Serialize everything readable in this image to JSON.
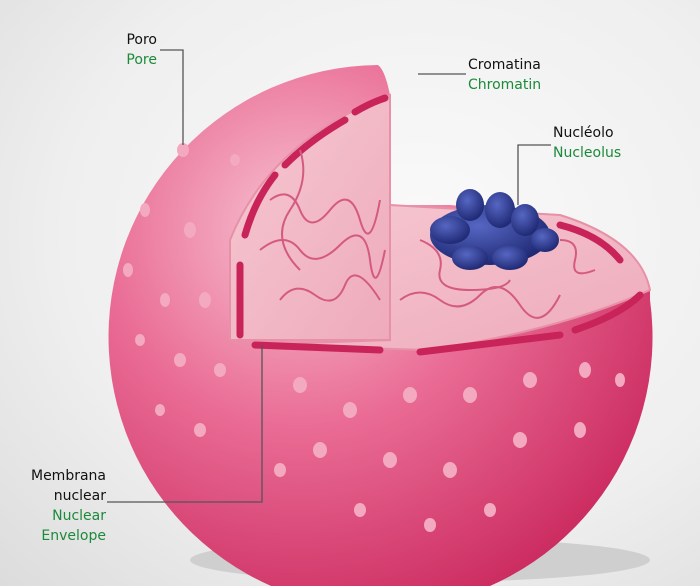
{
  "labels": {
    "pore": {
      "es": "Poro",
      "en": "Pore"
    },
    "chromatin": {
      "es": "Cromatina",
      "en": "Chromatin"
    },
    "nucleolus": {
      "es": "Nucléolo",
      "en": "Nucleolus"
    },
    "envelope": {
      "es_line1": "Membrana",
      "es_line2": "nuclear",
      "en_line1": "Nuclear",
      "en_line2": "Envelope"
    }
  },
  "colors": {
    "nucleus": "#e0457a",
    "interior": "#f2b7c4",
    "nucleolus": "#2b3a8c",
    "english_label": "#1b8a3a"
  }
}
